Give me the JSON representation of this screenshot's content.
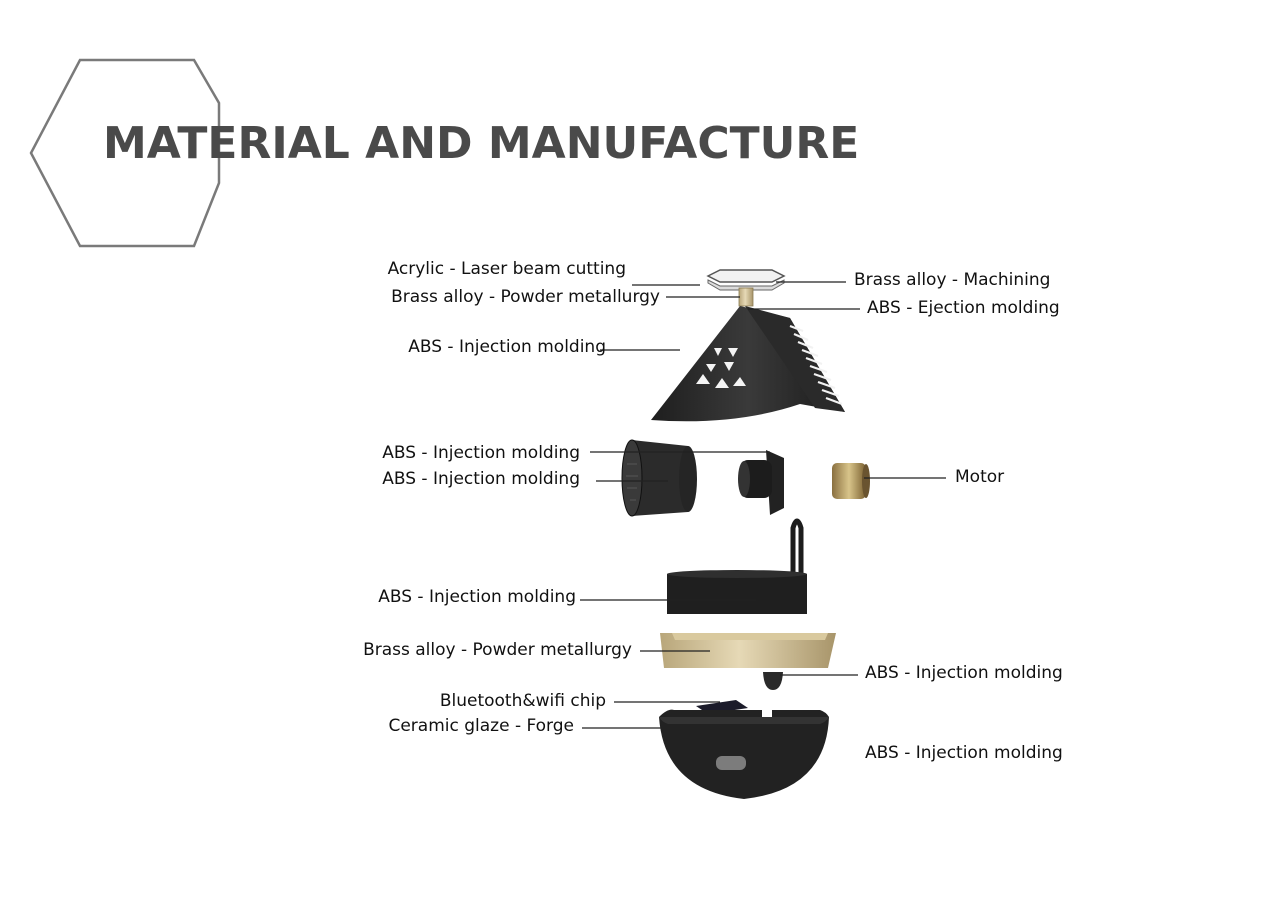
{
  "title": "MATERIAL AND MANUFACTURE",
  "colors": {
    "title": "#4a4a4a",
    "hexagon": "#7a7a7a",
    "part_black": "#2a2a2a",
    "brass": "#c9b78c",
    "leader": "#222222"
  },
  "labels": {
    "acrylic": "Acrylic - Laser beam cutting",
    "brass_powder_top": "Brass alloy - Powder metallurgy",
    "abs_injection_shade": "ABS - Injection molding",
    "brass_machining": "Brass alloy - Machining",
    "abs_ejection": "ABS - Ejection molding",
    "abs_injection_fan_1": "ABS - Injection molding",
    "abs_injection_fan_2": "ABS - Injection molding",
    "motor": "Motor",
    "abs_injection_ring": "ABS - Injection molding",
    "brass_powder_bowl": "Brass alloy - Powder metallurgy",
    "abs_injection_knob": "ABS - Injection molding",
    "chip": "Bluetooth&wifi chip",
    "ceramic": "Ceramic glaze - Forge",
    "abs_injection_base": "ABS - Injection molding"
  }
}
